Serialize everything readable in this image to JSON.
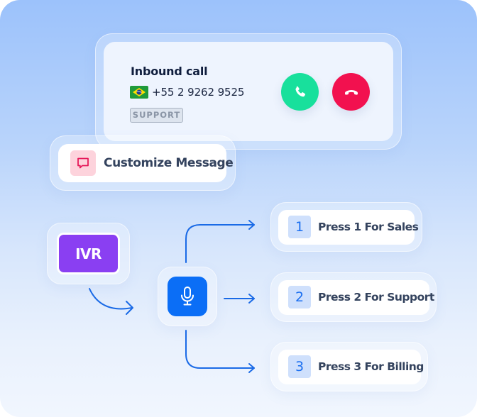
{
  "call_card": {
    "title": "Inbound call",
    "country_flag": "brazil-flag",
    "phone_number": "+55 2 9262 9525",
    "tag": "SUPPORT",
    "accept_icon": "phone-icon",
    "decline_icon": "phone-hangup-icon",
    "colors": {
      "accept": "#18e09c",
      "decline": "#f2114f"
    }
  },
  "customize_message": {
    "icon": "chat-bubble-icon",
    "label": "Customize Message"
  },
  "ivr": {
    "label": "IVR",
    "color": "#8a3ff2"
  },
  "voice_node": {
    "icon": "microphone-icon",
    "color": "#0b6ef6"
  },
  "menu_options": [
    {
      "number": "1",
      "label": "Press 1 For Sales"
    },
    {
      "number": "2",
      "label": "Press 2 For Support"
    },
    {
      "number": "3",
      "label": "Press 3 For Billing"
    }
  ],
  "connector_color": "#1a6ae6"
}
